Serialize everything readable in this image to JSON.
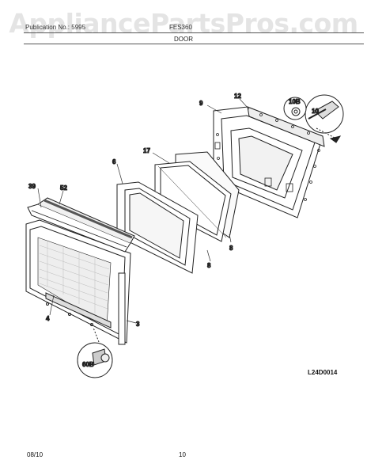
{
  "watermark": "AppliancePartsPros.com",
  "header": {
    "left": "Publication No.: 5995",
    "model": "FES360",
    "section": "DOOR"
  },
  "parts": {
    "p9": "9",
    "p12": "12",
    "p10B": "10B",
    "p10": "10",
    "p17": "17",
    "p6": "6",
    "p39": "39",
    "p52": "52",
    "p8a": "8",
    "p8b": "8",
    "p4": "4",
    "p3": "3",
    "p60B": "60B"
  },
  "diagram_code": "L24D0014",
  "footer": {
    "date": "08/10",
    "page": "10"
  }
}
